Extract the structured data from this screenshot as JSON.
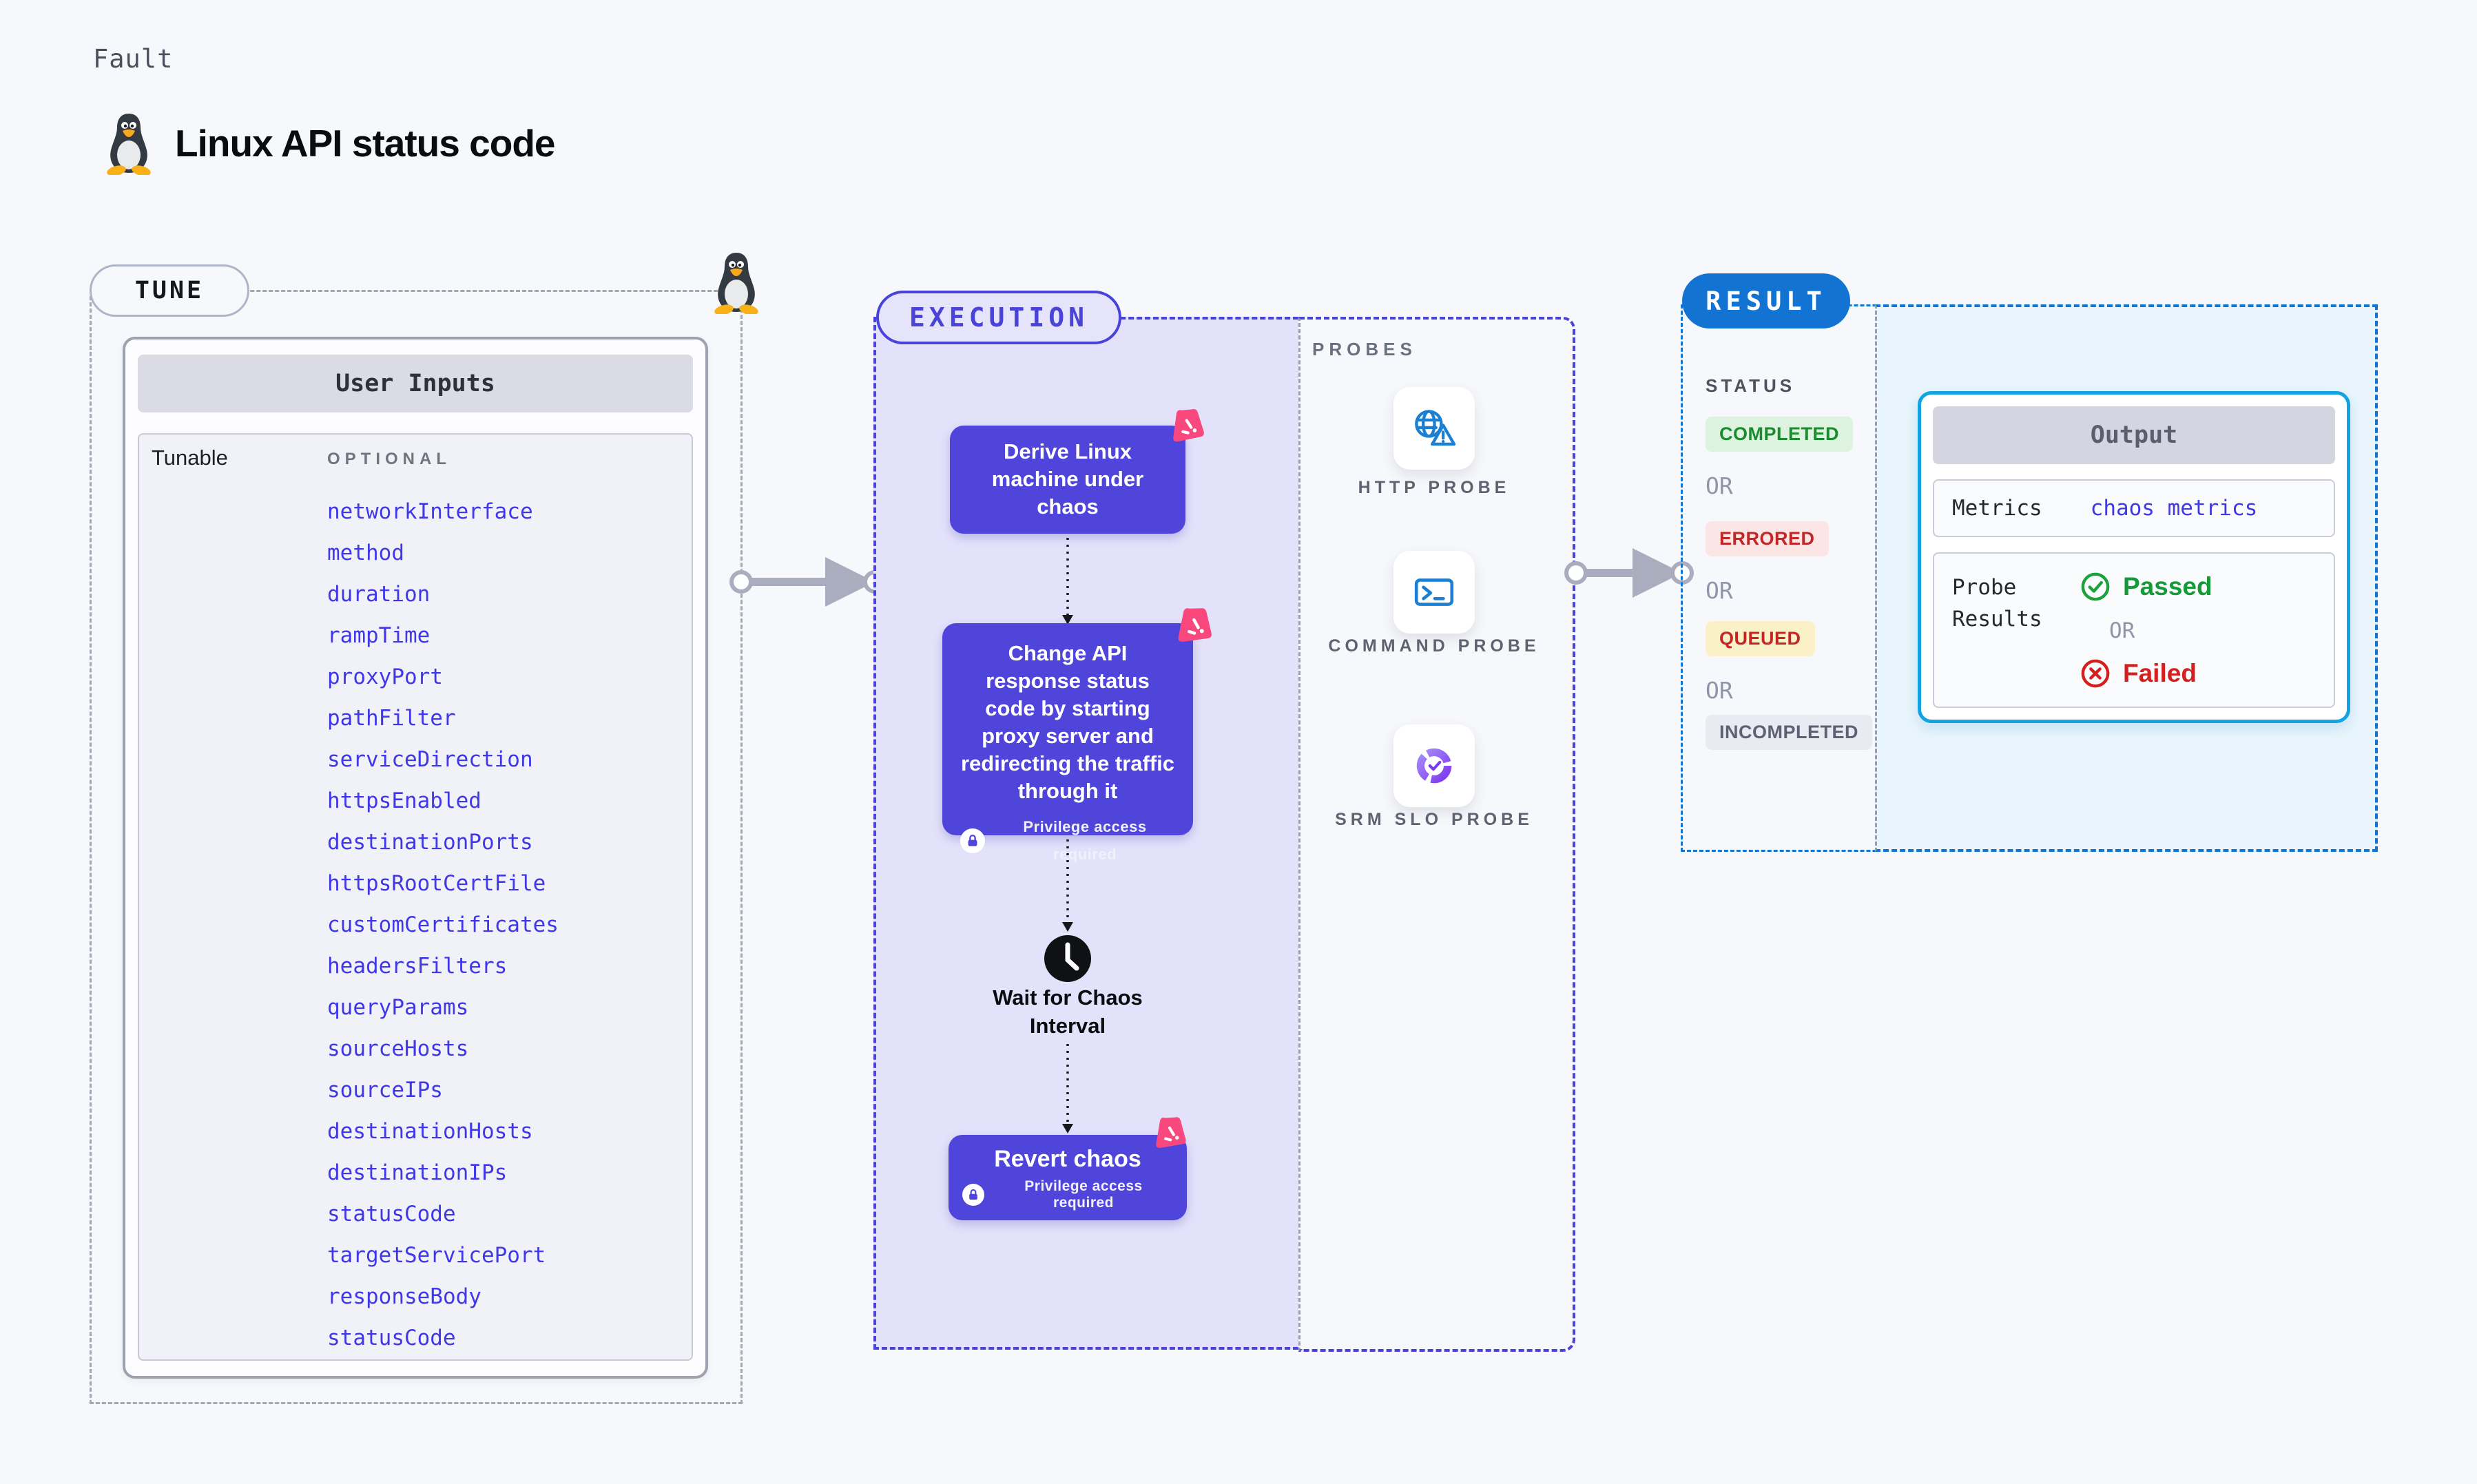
{
  "page": {
    "kicker": "Fault",
    "title": "Linux API status code"
  },
  "tune": {
    "pill": "TUNE",
    "card_header": "User Inputs",
    "row_label": "Tunable",
    "column_label": "OPTIONAL",
    "tunables": [
      "networkInterface",
      "method",
      "duration",
      "rampTime",
      "proxyPort",
      "pathFilter",
      "serviceDirection",
      "httpsEnabled",
      "destinationPorts",
      "httpsRootCertFile",
      "customCertificates",
      "headersFilters",
      "queryParams",
      "sourceHosts",
      "sourceIPs",
      "destinationHosts",
      "destinationIPs",
      "statusCode",
      "targetServicePort",
      "responseBody",
      "statusCode"
    ]
  },
  "execution": {
    "pill": "EXECUTION",
    "step1": "Derive Linux machine under chaos",
    "step2": "Change API response status code by starting proxy server and redirecting the traffic through it",
    "wait": "Wait for Chaos Interval",
    "revert": "Revert chaos",
    "privilege": "Privilege access required"
  },
  "probes": {
    "label": "PROBES",
    "items": [
      {
        "label": "HTTP PROBE",
        "icon": "globe-warning-icon"
      },
      {
        "label": "COMMAND PROBE",
        "icon": "terminal-icon"
      },
      {
        "label": "SRM SLO PROBE",
        "icon": "slo-ring-icon"
      }
    ]
  },
  "result": {
    "pill": "RESULT",
    "status_label": "STATUS",
    "or": "OR",
    "statuses": [
      {
        "label": "COMPLETED",
        "type": "success"
      },
      {
        "label": "ERRORED",
        "type": "error"
      },
      {
        "label": "QUEUED",
        "type": "warning"
      },
      {
        "label": "INCOMPLETED",
        "type": "neutral"
      }
    ],
    "output": {
      "header": "Output",
      "metrics_label": "Metrics",
      "metrics_value": "chaos metrics",
      "probe_results_label": "Probe Results",
      "passed": "Passed",
      "failed": "Failed"
    }
  },
  "colors": {
    "canvas": "#F7F8FB",
    "indigo_border": "#4A43D9",
    "indigo_box": "#4F45DB",
    "lavender_fill": "#E4E2FA",
    "result_blue": "#1273D2",
    "cyan_border": "#12A3E0",
    "cyan_fill": "#E8F5FC",
    "link_blue": "#3F37E8",
    "success_green": "#1C8A2E",
    "error_red": "#C42626",
    "pink_accent": "#F8487E",
    "probe_blue": "#1B7FD4",
    "srm_purple": "#7C3AED"
  }
}
